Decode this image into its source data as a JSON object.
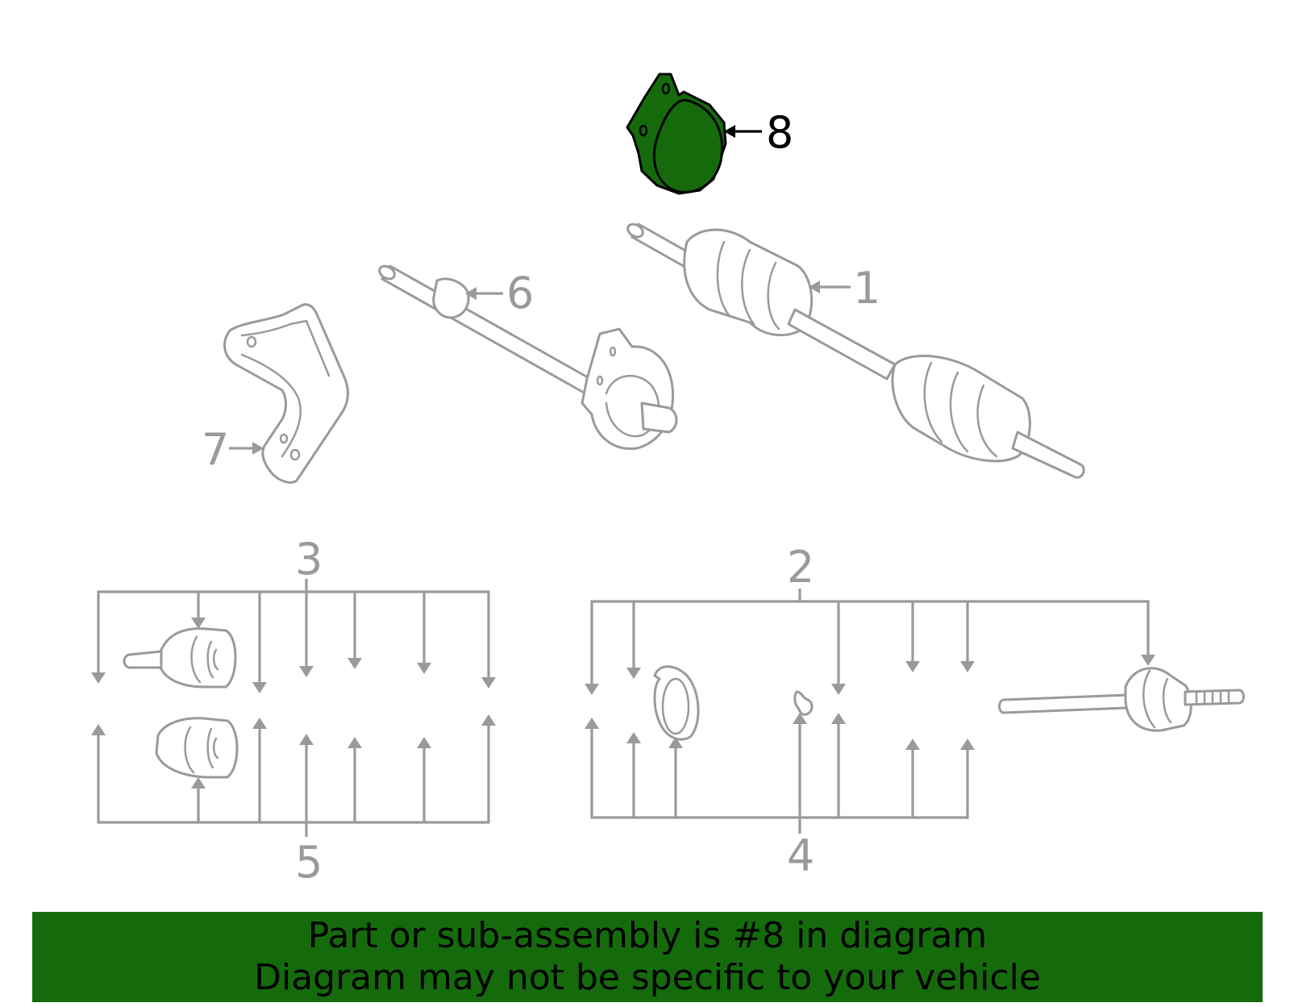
{
  "callouts": {
    "c1": "1",
    "c2": "2",
    "c3": "3",
    "c4": "4",
    "c5": "5",
    "c6": "6",
    "c7": "7",
    "c8": "8"
  },
  "highlighted_part": "8",
  "colors": {
    "highlight": "#156b0c",
    "banner_background": "#156b0c",
    "line_gray": "#9a9a9a",
    "banner_text": "#000000"
  },
  "banner": {
    "line1": "Part or sub-assembly is #8 in diagram",
    "line2": "Diagram may not be specific to your vehicle"
  }
}
